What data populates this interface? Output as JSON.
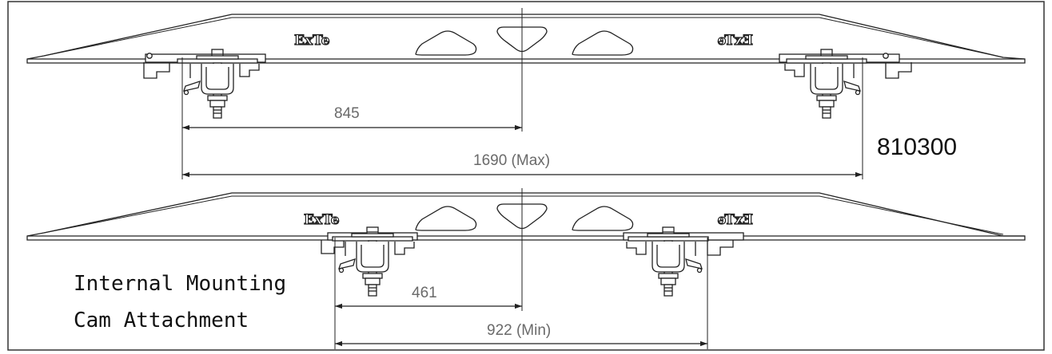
{
  "part_number": "810300",
  "title_lines": [
    "Internal Mounting",
    "Cam Attachment"
  ],
  "logo_text": "ExTe",
  "upper": {
    "dimensions": [
      {
        "label": "845",
        "value": 845
      },
      {
        "label": "1690 (Max)",
        "value": 1690
      }
    ]
  },
  "lower": {
    "dimensions": [
      {
        "label": "461",
        "value": 461
      },
      {
        "label": "922 (Min)",
        "value": 922
      }
    ]
  },
  "colors": {
    "line": "#222222",
    "dimension_text": "#6a6a6a"
  }
}
